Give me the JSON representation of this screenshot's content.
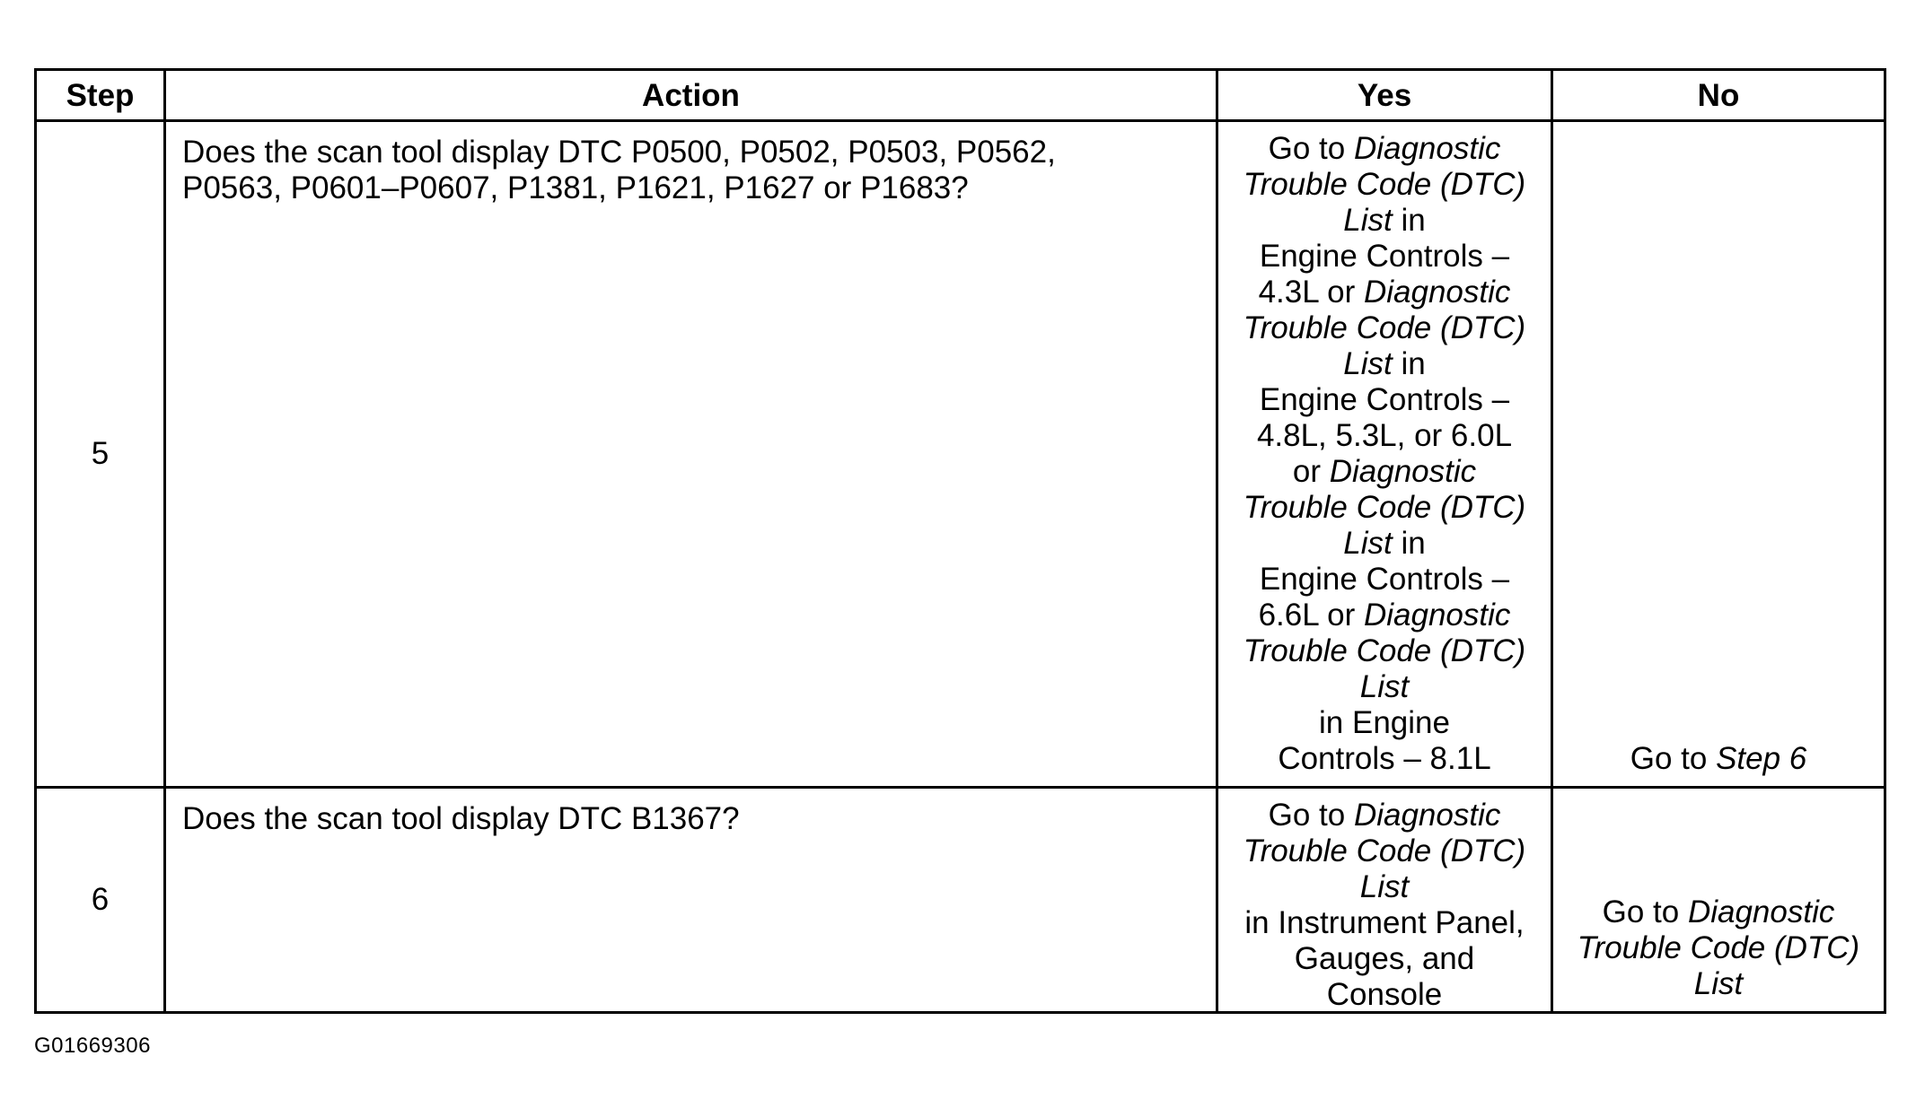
{
  "table": {
    "headers": {
      "step": "Step",
      "action": "Action",
      "yes": "Yes",
      "no": "No"
    },
    "rows": [
      {
        "step": "5",
        "action_lines": [
          "Does the scan tool display DTC P0500, P0502, P0503, P0562,",
          "P0563, P0601–P0607, P1381, P1621, P1627 or P1683?"
        ],
        "yes_lines": [
          [
            {
              "t": "Go to ",
              "i": false
            },
            {
              "t": "Diagnostic",
              "i": true
            }
          ],
          [
            {
              "t": "Trouble Code (DTC)",
              "i": true
            }
          ],
          [
            {
              "t": "List",
              "i": true
            },
            {
              "t": " in",
              "i": false
            }
          ],
          [
            {
              "t": "Engine Controls –",
              "i": false
            }
          ],
          [
            {
              "t": "4.3L or ",
              "i": false
            },
            {
              "t": "Diagnostic",
              "i": true
            }
          ],
          [
            {
              "t": "Trouble Code (DTC)",
              "i": true
            }
          ],
          [
            {
              "t": "List",
              "i": true
            },
            {
              "t": " in",
              "i": false
            }
          ],
          [
            {
              "t": "Engine Controls –",
              "i": false
            }
          ],
          [
            {
              "t": "4.8L, 5.3L, or 6.0L",
              "i": false
            }
          ],
          [
            {
              "t": "or ",
              "i": false
            },
            {
              "t": "Diagnostic",
              "i": true
            }
          ],
          [
            {
              "t": "Trouble Code (DTC)",
              "i": true
            }
          ],
          [
            {
              "t": "List",
              "i": true
            },
            {
              "t": " in",
              "i": false
            }
          ],
          [
            {
              "t": "Engine Controls –",
              "i": false
            }
          ],
          [
            {
              "t": "6.6L or ",
              "i": false
            },
            {
              "t": "Diagnostic",
              "i": true
            }
          ],
          [
            {
              "t": "Trouble Code (DTC)",
              "i": true
            }
          ],
          [
            {
              "t": "List",
              "i": true
            }
          ],
          [
            {
              "t": "in Engine",
              "i": false
            }
          ],
          [
            {
              "t": "Controls – 8.1L",
              "i": false
            }
          ]
        ],
        "no_lines": [
          [
            {
              "t": "Go to ",
              "i": false
            },
            {
              "t": "Step 6",
              "i": true
            }
          ]
        ]
      },
      {
        "step": "6",
        "action_lines": [
          "Does the scan tool display DTC B1367?"
        ],
        "yes_lines": [
          [
            {
              "t": "Go to ",
              "i": false
            },
            {
              "t": "Diagnostic",
              "i": true
            }
          ],
          [
            {
              "t": "Trouble Code (DTC)",
              "i": true
            }
          ],
          [
            {
              "t": "List",
              "i": true
            }
          ],
          [
            {
              "t": "in Instrument Panel,",
              "i": false
            }
          ],
          [
            {
              "t": "Gauges, and",
              "i": false
            }
          ],
          [
            {
              "t": "Console",
              "i": false
            }
          ]
        ],
        "no_lines": [
          [
            {
              "t": "Go to ",
              "i": false
            },
            {
              "t": "Diagnostic",
              "i": true
            }
          ],
          [
            {
              "t": "Trouble Code (DTC)",
              "i": true
            }
          ],
          [
            {
              "t": "List",
              "i": true
            }
          ]
        ]
      }
    ]
  },
  "figure_id": "G01669306"
}
